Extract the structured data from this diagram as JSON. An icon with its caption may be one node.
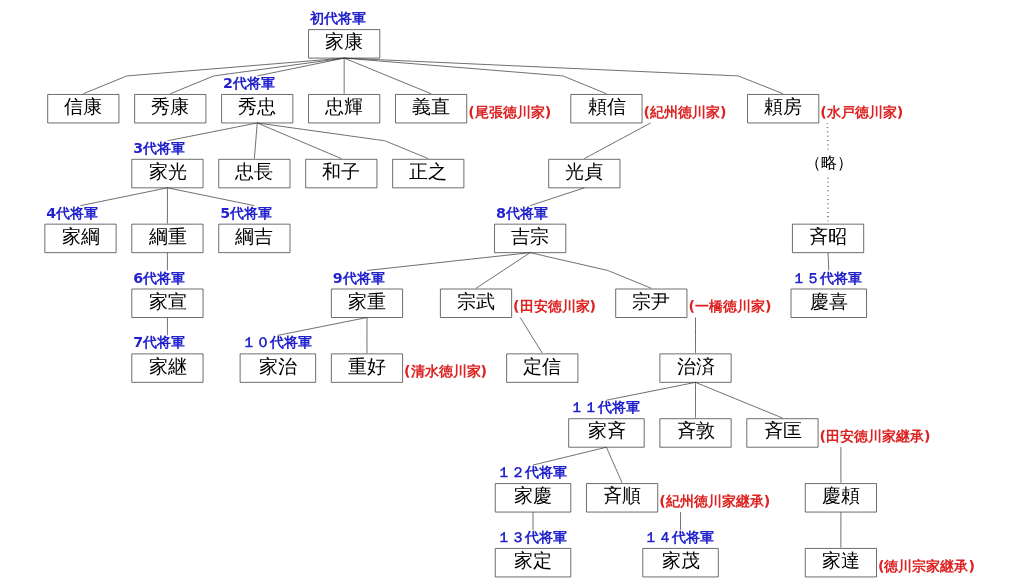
{
  "diagram": {
    "nodes": [
      {
        "text": [
          "初代将軍",
          "家康"
        ]
      },
      {
        "text": [
          "信康"
        ]
      },
      {
        "text": [
          "秀康"
        ]
      },
      {
        "text": [
          "2代将軍",
          "秀忠"
        ]
      },
      {
        "text": [
          "忠輝"
        ]
      },
      {
        "text": [
          "義直"
        ],
        "beside": [
          "(尾張徳川家)"
        ]
      },
      {
        "text": [
          "頼信"
        ],
        "beside": [
          "(紀州徳川家)"
        ]
      },
      {
        "text": [
          "頼房"
        ],
        "beside": [
          "(水戸徳川家)"
        ]
      },
      {
        "text": [
          "3代将軍",
          "家光"
        ]
      },
      {
        "text": [
          "忠長"
        ]
      },
      {
        "text": [
          "和子"
        ]
      },
      {
        "text": [
          "正之"
        ]
      },
      {
        "text": [
          "光貞"
        ]
      },
      {
        "text": [
          "4代将軍",
          "家綱"
        ]
      },
      {
        "text": [
          "綱重"
        ]
      },
      {
        "text": [
          "5代将軍",
          "綱吉"
        ]
      },
      {
        "text": [
          "8代将軍",
          "吉宗"
        ]
      },
      {
        "text": [
          "（略）"
        ]
      },
      {
        "text": [
          "6代将軍",
          "家宣"
        ]
      },
      {
        "text": [
          "9代将軍",
          "家重"
        ]
      },
      {
        "text": [
          "宗武"
        ],
        "beside": [
          "(田安徳川家)"
        ]
      },
      {
        "text": [
          "宗尹"
        ],
        "beside": [
          "(一橋徳川家)"
        ]
      },
      {
        "text": [
          "7代将軍",
          "家継"
        ]
      },
      {
        "text": [
          "１０代将軍",
          "家治"
        ]
      },
      {
        "text": [
          "重好"
        ],
        "beside": [
          "(清水徳川家)"
        ]
      },
      {
        "text": [
          "定信"
        ]
      },
      {
        "text": [
          "治済"
        ]
      },
      {
        "text": [
          "斉昭"
        ]
      },
      {
        "text": [
          "１１代将軍",
          "家斉"
        ]
      },
      {
        "text": [
          "斉敦"
        ]
      },
      {
        "text": [
          "斉匡"
        ],
        "beside": [
          "(田安徳川家継承)"
        ]
      },
      {
        "text": [
          "１５代将軍",
          "慶喜"
        ]
      },
      {
        "text": [
          "１２代将軍",
          "家慶"
        ]
      },
      {
        "text": [
          "斉順"
        ],
        "beside": [
          "(紀州徳川家継承)"
        ]
      },
      {
        "text": [
          "慶頼"
        ]
      },
      {
        "text": [
          "１３代将軍",
          "家定"
        ]
      },
      {
        "text": [
          "１４代将軍",
          "家茂"
        ]
      },
      {
        "text": [
          "家達"
        ],
        "beside": [
          "(徳川宗家継承)"
        ]
      }
    ],
    "edges": [
      {
        "from": 0,
        "to": 1,
        "arrow": "none"
      },
      {
        "from": 0,
        "to": 2,
        "arrow": "none"
      },
      {
        "from": 0,
        "to": 3,
        "arrow": "none"
      },
      {
        "from": 0,
        "to": 4,
        "arrow": "none"
      },
      {
        "from": 0,
        "to": 5,
        "arrow": "none"
      },
      {
        "from": 0,
        "to": 6,
        "arrow": "none"
      },
      {
        "from": 0,
        "to": 7,
        "arrow": "none"
      },
      {
        "from": 3,
        "to": 8,
        "arrow": "none"
      },
      {
        "from": 3,
        "to": 9,
        "arrow": "none"
      },
      {
        "from": 3,
        "to": 10,
        "arrow": "none"
      },
      {
        "from": 3,
        "to": 11,
        "arrow": "none"
      },
      {
        "from": 6,
        "to": 12,
        "arrow": "none"
      },
      {
        "from": 8,
        "to": 13,
        "arrow": "none"
      },
      {
        "from": 8,
        "to": 14,
        "arrow": "none"
      },
      {
        "from": 8,
        "to": 15,
        "arrow": "none"
      },
      {
        "from": 12,
        "to": 16,
        "arrow": "none"
      },
      {
        "from": 7,
        "to": 17,
        "arrow": "none",
        "style": "dashed"
      },
      {
        "from": 14,
        "to": 18,
        "arrow": "none"
      },
      {
        "from": 16,
        "to": 19,
        "arrow": "none"
      },
      {
        "from": 16,
        "to": 20,
        "arrow": "none"
      },
      {
        "from": 16,
        "to": 21,
        "arrow": "none"
      },
      {
        "from": 18,
        "to": 22,
        "arrow": "none"
      },
      {
        "from": 19,
        "to": 23,
        "arrow": "none"
      },
      {
        "from": 19,
        "to": 24,
        "arrow": "none"
      },
      {
        "from": 20,
        "to": 25,
        "arrow": "none"
      },
      {
        "from": 21,
        "to": 26,
        "arrow": "none"
      },
      {
        "from": 17,
        "to": 27,
        "arrow": "none",
        "style": "dashed"
      },
      {
        "from": 26,
        "to": 28,
        "arrow": "none"
      },
      {
        "from": 26,
        "to": 29,
        "arrow": "none"
      },
      {
        "from": 26,
        "to": 30,
        "arrow": "none"
      },
      {
        "from": 27,
        "to": 31,
        "arrow": "none"
      },
      {
        "from": 28,
        "to": 32,
        "arrow": "none"
      },
      {
        "from": 28,
        "to": 33,
        "arrow": "none"
      },
      {
        "from": 30,
        "to": 34,
        "arrow": "none"
      },
      {
        "from": 32,
        "to": 35,
        "arrow": "none"
      },
      {
        "from": 33,
        "to": 36,
        "arrow": "none"
      },
      {
        "from": 34,
        "to": 37,
        "arrow": "none"
      }
    ]
  }
}
